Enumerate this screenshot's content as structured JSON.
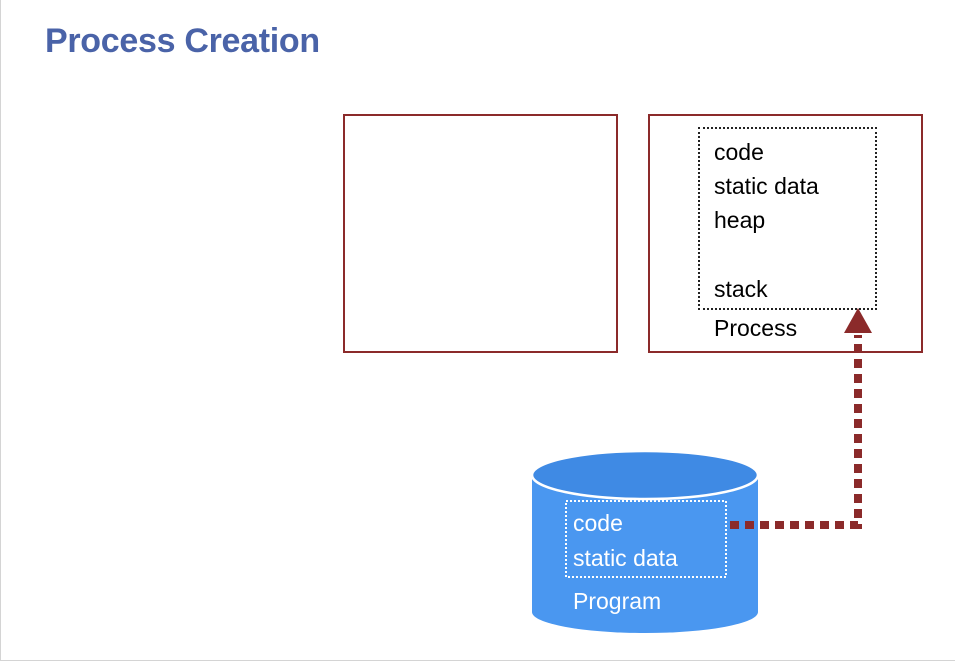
{
  "title": "Process Creation",
  "process_box": {
    "segments": [
      "code",
      "static data",
      "heap",
      "stack"
    ],
    "label": "Process"
  },
  "program_disk": {
    "segments": [
      "code",
      "static data"
    ],
    "label": "Program"
  },
  "colors": {
    "title": "#4a63a8",
    "box_border": "#8b2a2a",
    "arrow": "#8b2a2a",
    "disk_fill": "#4a97f0",
    "disk_top": "#3f8ae4"
  }
}
